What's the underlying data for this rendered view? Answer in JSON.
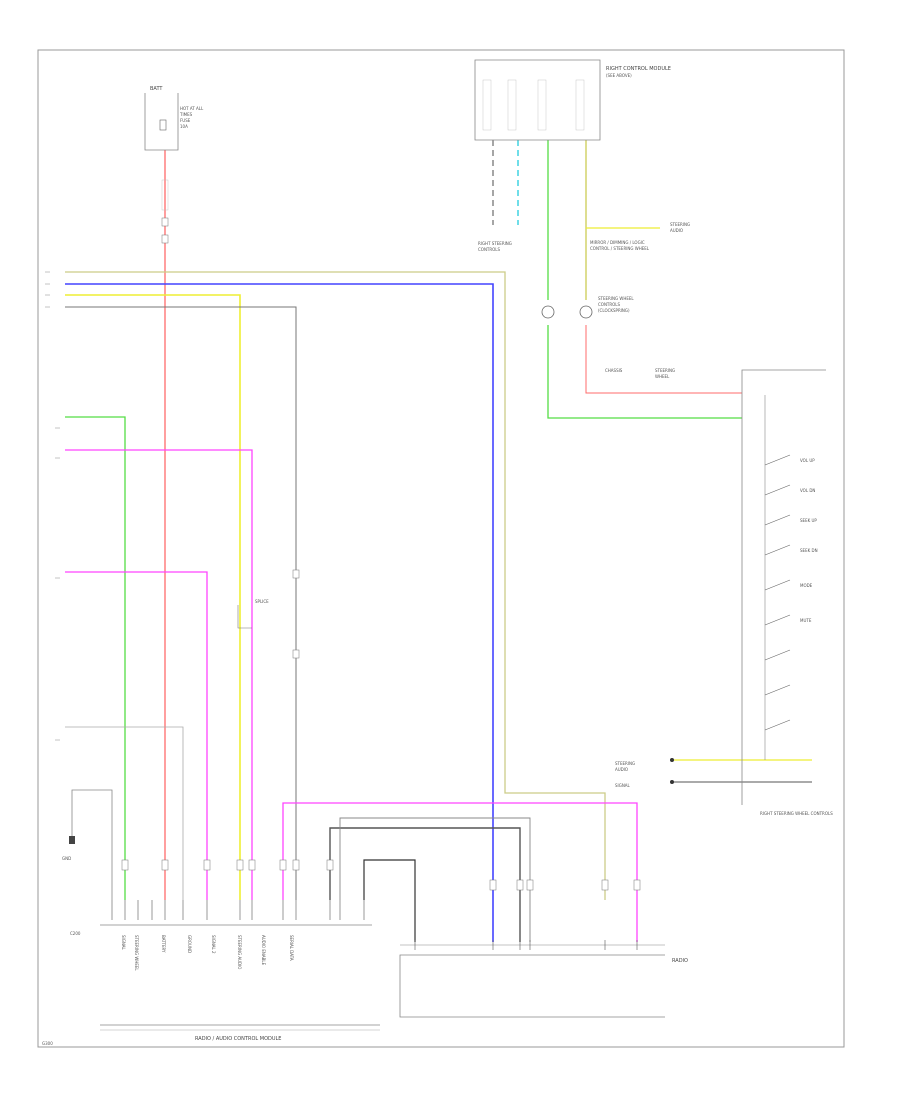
{
  "colors": {
    "wire_red": "#ff6b6b",
    "wire_pink": "#ff44ff",
    "wire_yellow": "#eeee33",
    "wire_blue": "#4444ff",
    "wire_green": "#55dd44",
    "wire_cyan": "#22ccdd",
    "wire_olive": "#cccc88",
    "wire_gray": "#777777",
    "frame": "#888888",
    "label_text": "#555555"
  },
  "labels": {
    "top_fuse_block": "BATT",
    "top_right_module": "RIGHT CONTROL MODULE",
    "right_module": "RIGHT STEERING WHEEL CONTROLS",
    "bottom_left_module": "RADIO / AUDIO CONTROL MODULE",
    "bottom_right_module": "RADIO",
    "page_ref": "G300",
    "ground": "GND"
  }
}
